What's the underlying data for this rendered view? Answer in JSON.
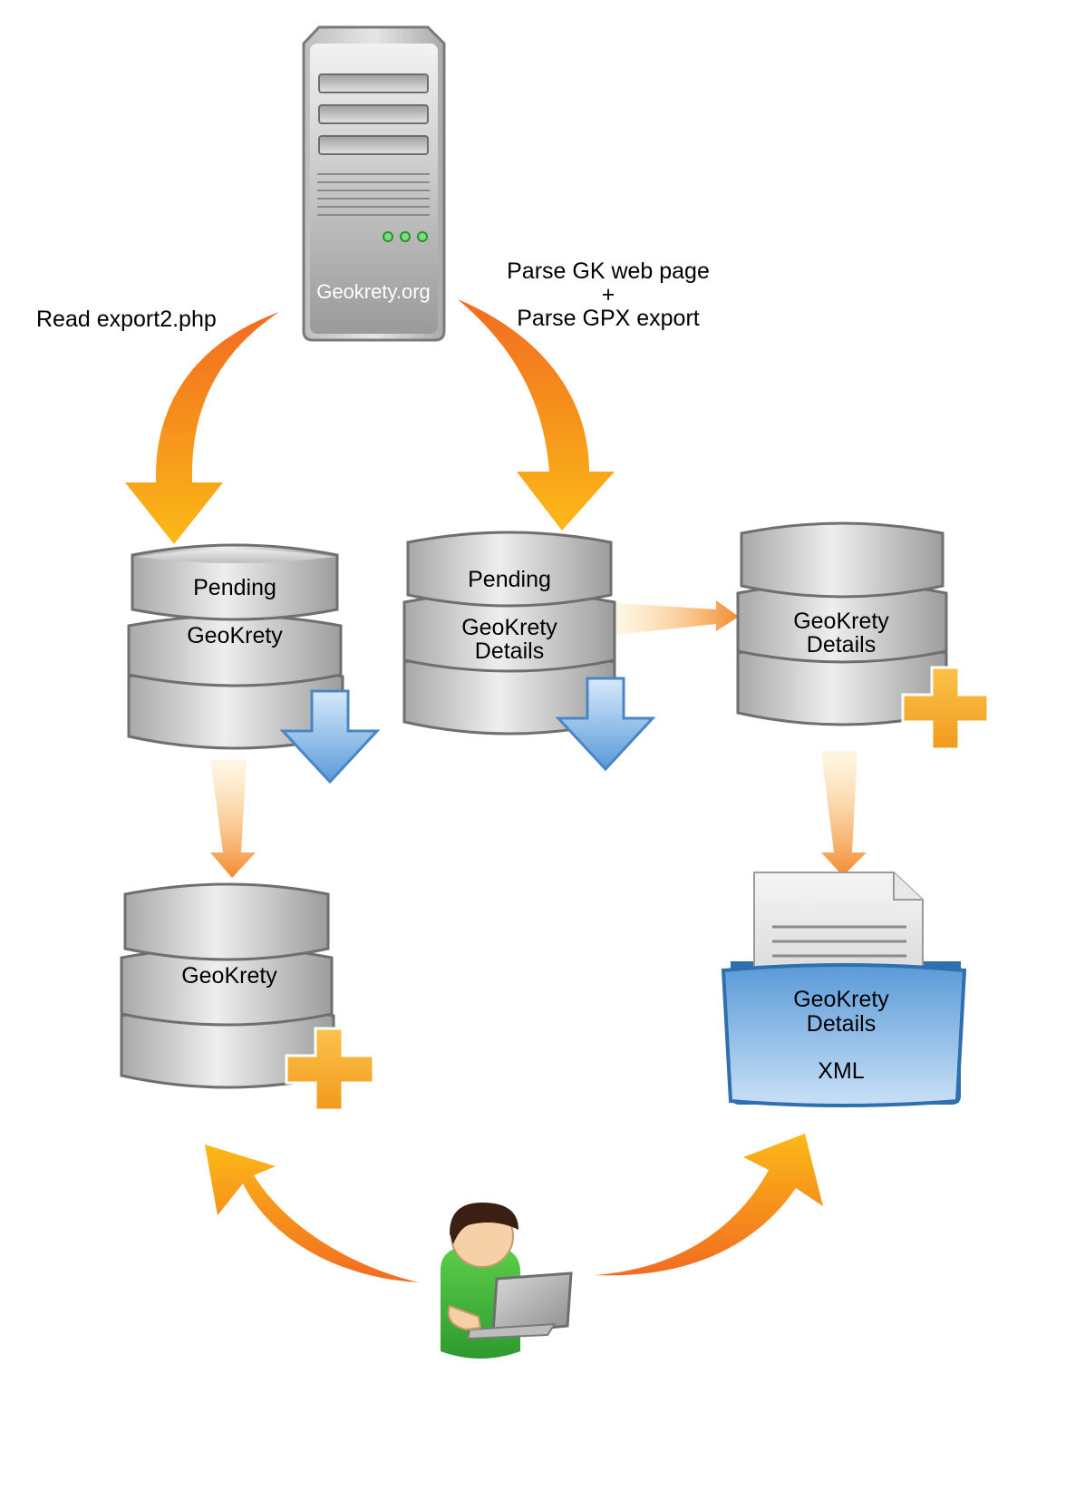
{
  "server": {
    "label": "Geokrety.org"
  },
  "annotations": {
    "read_export": "Read export2.php",
    "parse_line1": "Parse GK web page",
    "parse_line2": "+",
    "parse_line3": "Parse GPX export"
  },
  "databases": {
    "pending_geokrety": {
      "top": "Pending",
      "middle": "GeoKrety"
    },
    "pending_details": {
      "top": "Pending",
      "middle_line1": "GeoKrety",
      "middle_line2": "Details"
    },
    "geokrety_details": {
      "middle_line1": "GeoKrety",
      "middle_line2": "Details"
    },
    "geokrety": {
      "middle": "GeoKrety"
    }
  },
  "xml_folder": {
    "line1": "GeoKrety",
    "line2": "Details",
    "line3": "XML"
  },
  "colors": {
    "arrow_orange": "#f26b21",
    "arrow_yellow": "#fbb917",
    "download_blue": "#6aa8e0",
    "plus_orange": "#f5a623",
    "folder_blue": "#4a8fd0",
    "person_green": "#3cb43c"
  }
}
